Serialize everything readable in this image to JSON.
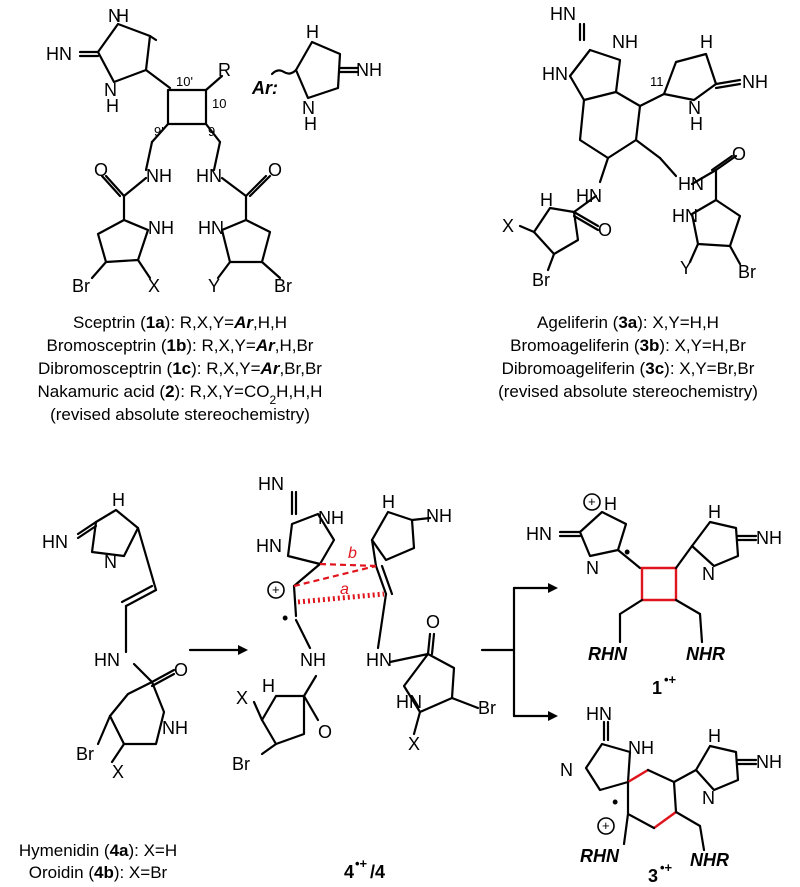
{
  "atoms": {
    "HN": "HN",
    "NH": "NH",
    "N": "N",
    "H": "H",
    "R": "R",
    "X": "X",
    "Y": "Y",
    "Br": "Br",
    "O": "O",
    "HN_short": "HN"
  },
  "labels": {
    "ar_label": "Ar:",
    "pos_10p": "10'",
    "pos_10": "10",
    "pos_9p": "9'",
    "pos_9": "9",
    "pos_11": "11",
    "bond_a": "a",
    "bond_b": "b",
    "plus": "+",
    "radical": "•",
    "nhr": "NHR",
    "rhn": "RHN",
    "product_1": "1",
    "product_3": "3",
    "radcat": "•+",
    "intermediate": "4",
    "intermediate_sup": "•+",
    "intermediate_tail": "/4"
  },
  "captions": {
    "sceptrin": [
      {
        "pre": "Sceptrin (",
        "bold": "1a",
        "post": "): R,X,Y=",
        "ar": "Ar",
        "tail": ",H,H"
      },
      {
        "pre": "Bromosceptrin (",
        "bold": "1b",
        "post": "): R,X,Y=",
        "ar": "Ar",
        "tail": ",H,Br"
      },
      {
        "pre": "Dibromosceptrin (",
        "bold": "1c",
        "post": "): R,X,Y=",
        "ar": "Ar",
        "tail": ",Br,Br"
      },
      {
        "pre": "Nakamuric acid (",
        "bold": "2",
        "post": "): R,X,Y=CO",
        "sub": "2",
        "tail": "H,H,H"
      },
      {
        "plain": "(revised absolute stereochemistry)"
      }
    ],
    "ageliferin": [
      {
        "pre": "Ageliferin (",
        "bold": "3a",
        "post": "): X,Y=H,H"
      },
      {
        "pre": "Bromoageliferin (",
        "bold": "3b",
        "post": "): X,Y=H,Br"
      },
      {
        "pre": "Dibromoageliferin (",
        "bold": "3c",
        "post": "): X,Y=Br,Br"
      },
      {
        "plain": "(revised absolute stereochemistry)"
      }
    ],
    "oroidin": [
      {
        "pre": "Hymenidin (",
        "bold": "4a",
        "post": "): X=H"
      },
      {
        "pre": "Oroidin (",
        "bold": "4b",
        "post": "): X=Br"
      }
    ]
  }
}
